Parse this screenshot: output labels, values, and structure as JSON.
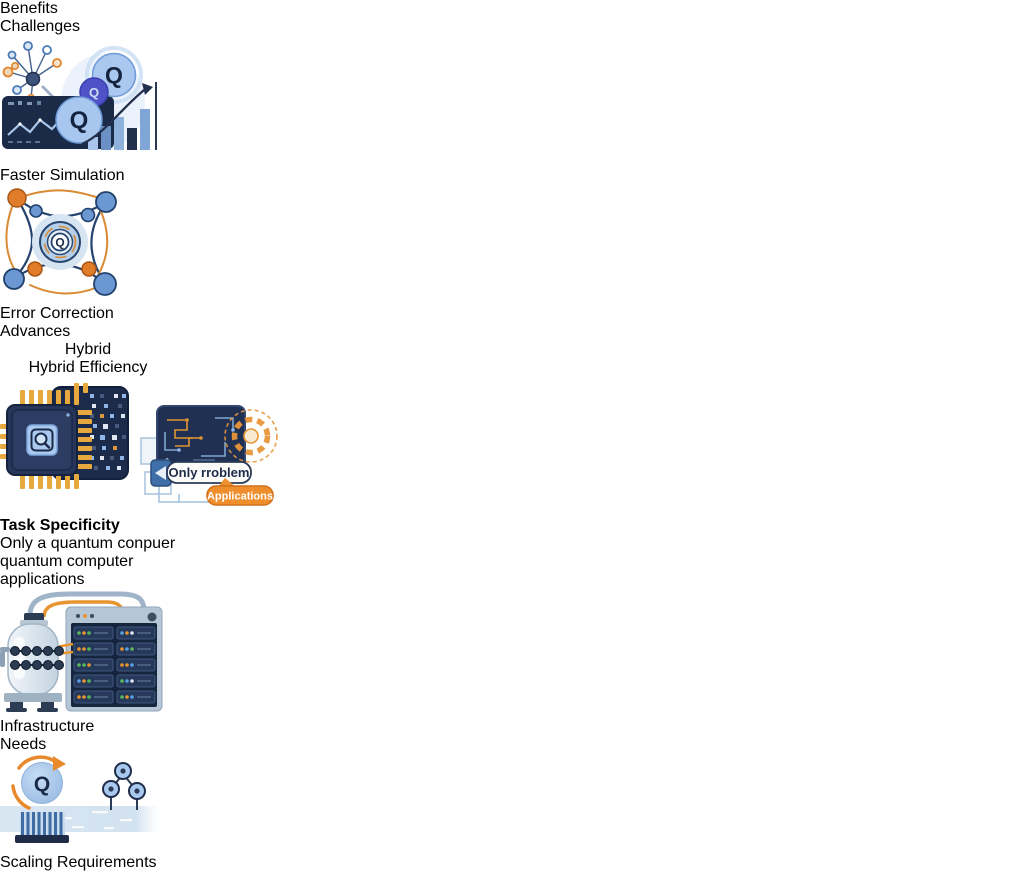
{
  "benefits": {
    "title": "Benefits",
    "items": [
      {
        "label": "Faster Simulation"
      },
      {
        "lines": [
          "Error Correction",
          "Advances"
        ]
      },
      {
        "lines": [
          "Hybrid",
          "Hybrid Efficiency"
        ]
      }
    ]
  },
  "challenges": {
    "title": "Challenges",
    "items": [
      {
        "heading": "Task Specificity",
        "desc": [
          "Only a quantum conpuer",
          "quantum computer",
          "applications"
        ],
        "bubbles": {
          "white": "Only rroblem",
          "orange": "Applications"
        }
      },
      {
        "lines": [
          "Infrastructure",
          "Needs"
        ]
      },
      {
        "heading": "Scaling Requirements"
      }
    ]
  },
  "icons": {
    "q_label": "Q",
    "benefit_icons": [
      "quantum-simulation-growth-icon",
      "error-correction-lattice-icon",
      "hybrid-chip-icon"
    ],
    "challenge_icons": [
      "task-specificity-circuit-icon",
      "infrastructure-cryostat-server-icon",
      "scaling-qubit-icon"
    ]
  },
  "colors": {
    "benefits_title": "#2b6fc3",
    "challenges_title": "#e8821e",
    "body_text": "#161616",
    "divider": "#8f8f8f",
    "background": "#f7f6f3",
    "accent_blue": "#6b97d3",
    "accent_orange": "#e8892b",
    "navy": "#1e2c4a"
  }
}
